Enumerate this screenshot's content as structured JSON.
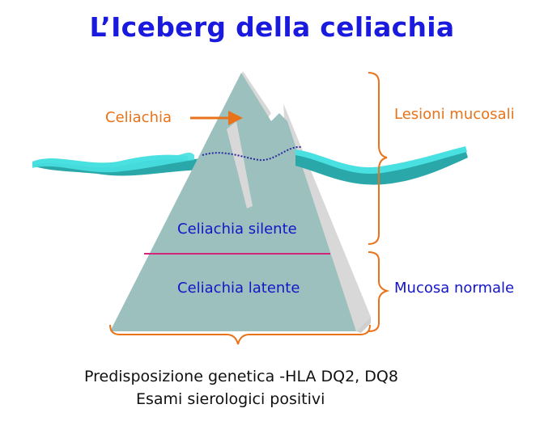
{
  "title": "L’Iceberg della celiachia",
  "labels": {
    "celiachia": "Celiachia",
    "lesioni_mucosali": "Lesioni mucosali",
    "celiachia_silente": "Celiachia silente",
    "celiachia_latente": "Celiachia latente",
    "mucosa_normale": "Mucosa normale"
  },
  "footer": {
    "line1": "Predisposizione genetica -HLA DQ2, DQ8",
    "line2": "Esami sierologici positivi"
  },
  "colors": {
    "title": "#1a1adf",
    "orange": "#e8731a",
    "blue_text": "#1515c8",
    "iceberg": "#9cc0bd",
    "iceberg_shadow": "#d8d8d8",
    "water": "#48e0e0",
    "water_dark": "#2aa7a8",
    "divider": "#d4237a"
  }
}
